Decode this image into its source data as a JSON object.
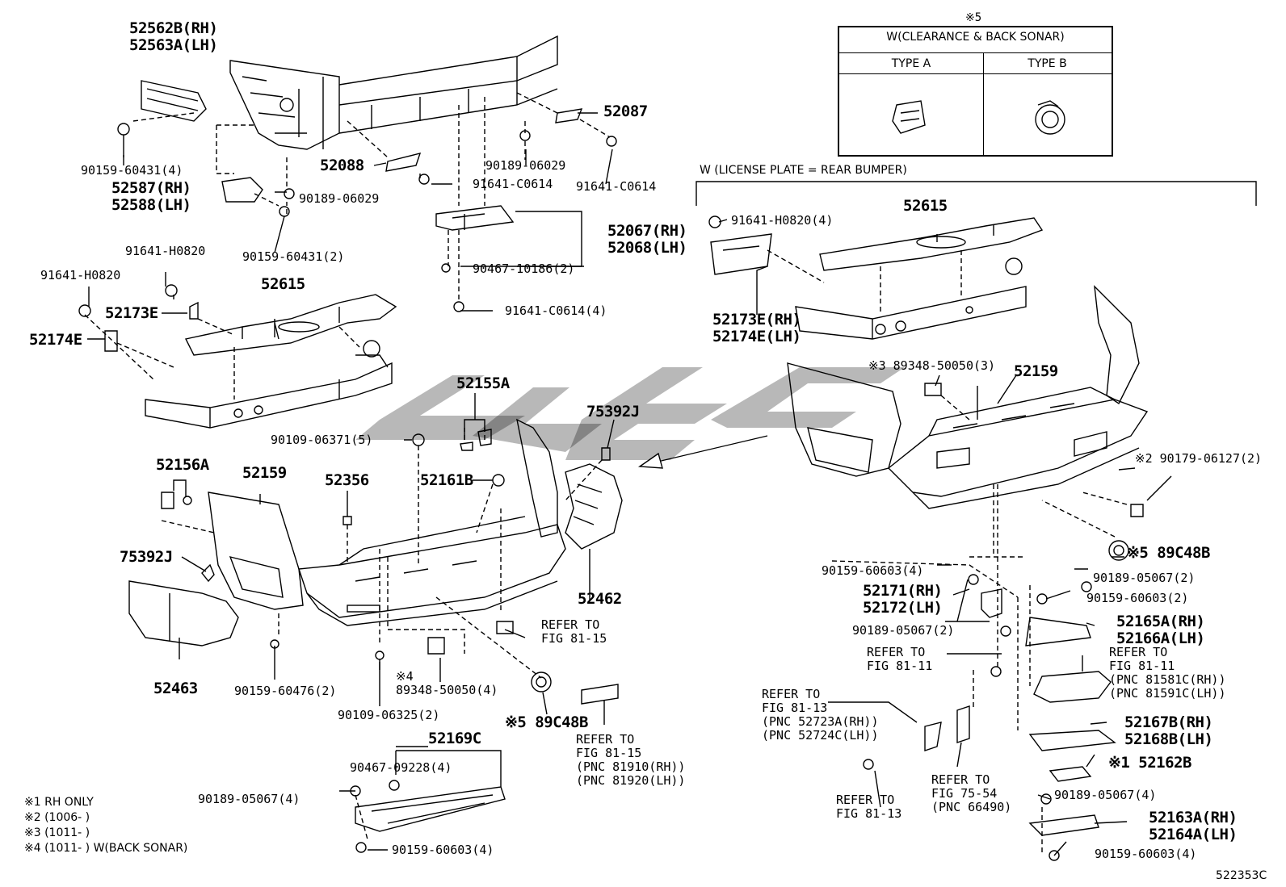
{
  "ref_box": {
    "mark": "※5",
    "title": "W(CLEARANCE & BACK SONAR)",
    "type_a": "TYPE A",
    "type_b": "TYPE B"
  },
  "w_license_label": "W (LICENSE PLATE = REAR BUMPER)",
  "parts_left": {
    "p52562b": "52562B(RH)",
    "p52563a": "52563A(LH)",
    "p90159_60431_4": "90159-60431(4)",
    "p52587": "52587(RH)",
    "p52588": "52588(LH)",
    "p90189_06029_a": "90189-06029",
    "p90159_60431_2": "90159-60431(2)",
    "p52088": "52088",
    "p91641_c0614_a": "91641-C0614",
    "p90189_06029_b": "90189-06029",
    "p52087": "52087",
    "p91641_c0614_b": "91641-C0614",
    "p52067": "52067(RH)",
    "p52068": "52068(LH)",
    "p90467_10186": "90467-10186(2)",
    "p91641_c0614_4": "91641-C0614(4)",
    "p91641_h0820_a": "91641-H0820",
    "p91641_h0820_b": "91641-H0820",
    "p52173e": "52173E",
    "p52174e": "52174E",
    "p52615": "52615",
    "p52155a": "52155A",
    "p75392j_a": "75392J",
    "p90109_06371": "90109-06371(5)",
    "p52156a": "52156A",
    "p52159": "52159",
    "p52356": "52356",
    "p52161b": "52161B",
    "p75392j_b": "75392J",
    "p52462": "52462",
    "p52463": "52463",
    "p90159_60476": "90159-60476(2)",
    "p90109_06325": "90109-06325(2)",
    "p89348_note": "※4",
    "p89348_50050_4": "89348-50050(4)",
    "p89c48b": "※5 89C48B",
    "refer_81_15_a_1": "REFER TO",
    "refer_81_15_a_2": "FIG 81-15",
    "refer_81_15_b_1": "REFER TO",
    "refer_81_15_b_2": "FIG 81-15",
    "refer_81_15_b_3": "(PNC 81910(RH))",
    "refer_81_15_b_4": "(PNC 81920(LH))",
    "p52169c": "52169C",
    "p90467_09228": "90467-09228(4)",
    "p90189_05067_4a": "90189-05067(4)",
    "p90159_60603_4a": "90159-60603(4)"
  },
  "parts_right": {
    "p91641_h0820_4": "91641-H0820(4)",
    "p52615": "52615",
    "p52173e": "52173E(RH)",
    "p52174e": "52174E(LH)",
    "p89348_50050_3": "※3 89348-50050(3)",
    "p52159": "52159",
    "p90179_06127": "※2 90179-06127(2)",
    "p89c48b": "※5 89C48B",
    "p90159_60603_4": "90159-60603(4)",
    "p52171": "52171(RH)",
    "p52172": "52172(LH)",
    "p90189_05067_2a": "90189-05067(2)",
    "p90159_60603_2": "90159-60603(2)",
    "p52165a": "52165A(RH)",
    "p52166a": "52166A(LH)",
    "p90189_05067_2b": "90189-05067(2)",
    "refer_81_11_a_1": "REFER TO",
    "refer_81_11_a_2": "FIG 81-11",
    "refer_81_11_b_1": "REFER TO",
    "refer_81_11_b_2": "FIG 81-11",
    "refer_81_11_b_3": "(PNC 81581C(RH))",
    "refer_81_11_b_4": "(PNC 81591C(LH))",
    "refer_81_13_a_1": "REFER TO",
    "refer_81_13_a_2": "FIG 81-13",
    "refer_81_13_a_3": "(PNC 52723A(RH))",
    "refer_81_13_a_4": "(PNC 52724C(LH))",
    "p52167b": "52167B(RH)",
    "p52168b": "52168B(LH)",
    "p52162b": "※1 52162B",
    "p90189_05067_4": "90189-05067(4)",
    "p52163a": "52163A(RH)",
    "p52164a": "52164A(LH)",
    "p90159_60603_4b": "90159-60603(4)",
    "refer_81_13_b_1": "REFER TO",
    "refer_81_13_b_2": "FIG 81-13",
    "refer_75_54_1": "REFER TO",
    "refer_75_54_2": "FIG 75-54",
    "refer_75_54_3": "(PNC 66490)"
  },
  "legend": [
    "※1 RH ONLY",
    "※2 (1006-    )",
    "※3 (1011-    )",
    "※4 (1011-    ) W(BACK SONAR)"
  ],
  "diagram_id": "522353C"
}
